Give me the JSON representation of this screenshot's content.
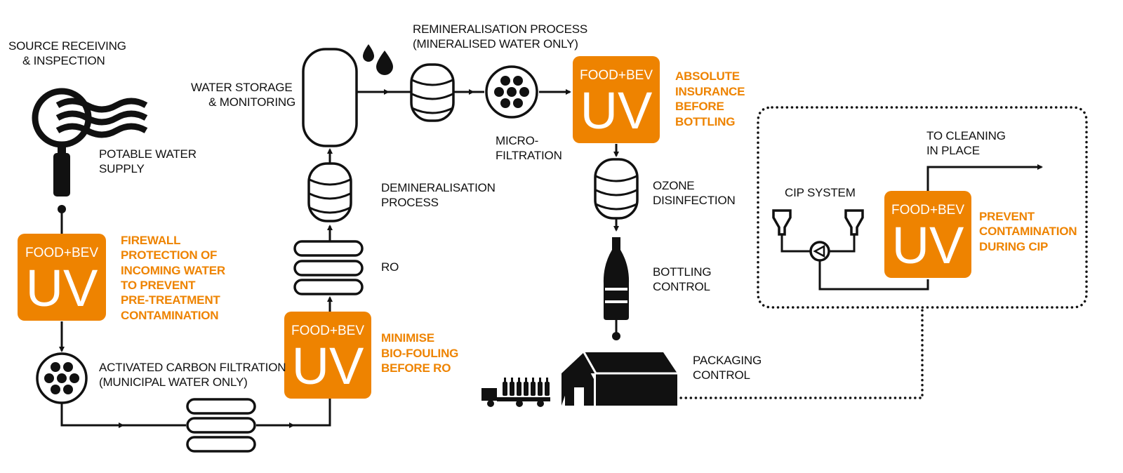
{
  "colors": {
    "accent": "#ee8300",
    "ink": "#111111",
    "background": "#ffffff"
  },
  "uv_unit": {
    "top": "FOOD+BEV",
    "big": "UV"
  },
  "stages": {
    "source": [
      "SOURCE RECEIVING",
      "& INSPECTION"
    ],
    "potable": [
      "POTABLE WATER",
      "SUPPLY"
    ],
    "carbon": [
      "ACTIVATED CARBON FILTRATION",
      "(MUNICIPAL WATER ONLY)"
    ],
    "ro": [
      "RO"
    ],
    "demineral": [
      "DEMINERALISATION",
      "PROCESS"
    ],
    "storage": [
      "WATER STORAGE",
      "& MONITORING"
    ],
    "remineral": [
      "REMINERALISATION PROCESS",
      "(MINERALISED WATER ONLY)"
    ],
    "micro": [
      "MICRO-",
      "FILTRATION"
    ],
    "ozone": [
      "OZONE",
      "DISINFECTION"
    ],
    "bottling": [
      "BOTTLING",
      "CONTROL"
    ],
    "packaging": [
      "PACKAGING",
      "CONTROL"
    ],
    "cip": [
      "CIP SYSTEM"
    ],
    "cleaning": [
      "TO CLEANING",
      "IN PLACE"
    ]
  },
  "notes": {
    "firewall": [
      "FIREWALL",
      "PROTECTION OF",
      "INCOMING WATER",
      "TO PREVENT",
      "PRE-TREATMENT",
      "CONTAMINATION"
    ],
    "biofouling": [
      "MINIMISE",
      "BIO-FOULING",
      "BEFORE RO"
    ],
    "insurance": [
      "ABSOLUTE",
      "INSURANCE",
      "BEFORE",
      "BOTTLING"
    ],
    "cip_note": [
      "PREVENT",
      "CONTAMINATION",
      "DURING CIP"
    ]
  },
  "icons": [
    "magnifier-icon",
    "waves-icon",
    "filter-disc-icon",
    "membrane-icon",
    "tank-icon",
    "droplets-icon",
    "cylinder-icon",
    "bottle-icon",
    "warehouse-icon",
    "truck-icon",
    "hopper-icon",
    "pump-icon"
  ]
}
